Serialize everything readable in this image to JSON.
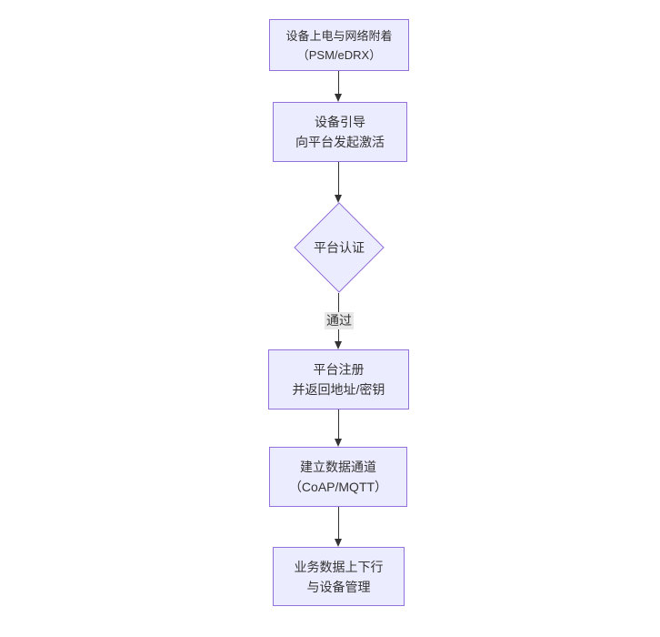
{
  "diagram": {
    "type": "flowchart",
    "direction": "top-down",
    "colors": {
      "background": "#FFFFFF",
      "node_fill": "#ECECFF",
      "node_border": "#9370DB",
      "arrow": "#333333",
      "text": "#333333",
      "edge_label_bg": "#E8E8E8"
    },
    "nodes": [
      {
        "id": "power-on",
        "shape": "rect",
        "lines": [
          "设备上电与网络附着",
          "（PSM/eDRX）"
        ]
      },
      {
        "id": "bootstrap",
        "shape": "rect",
        "lines": [
          "设备引导",
          "向平台发起激活"
        ]
      },
      {
        "id": "platform-auth",
        "shape": "diamond",
        "lines": [
          "平台认证"
        ]
      },
      {
        "id": "platform-register",
        "shape": "rect",
        "lines": [
          "平台注册",
          "并返回地址/密钥"
        ]
      },
      {
        "id": "data-channel",
        "shape": "rect",
        "lines": [
          "建立数据通道",
          "（CoAP/MQTT）"
        ]
      },
      {
        "id": "business-data",
        "shape": "rect",
        "lines": [
          "业务数据上下行",
          "与设备管理"
        ]
      }
    ],
    "edges": [
      {
        "from": "power-on",
        "to": "bootstrap",
        "label": ""
      },
      {
        "from": "bootstrap",
        "to": "platform-auth",
        "label": ""
      },
      {
        "from": "platform-auth",
        "to": "platform-register",
        "label": "通过"
      },
      {
        "from": "platform-register",
        "to": "data-channel",
        "label": ""
      },
      {
        "from": "data-channel",
        "to": "business-data",
        "label": ""
      }
    ]
  }
}
